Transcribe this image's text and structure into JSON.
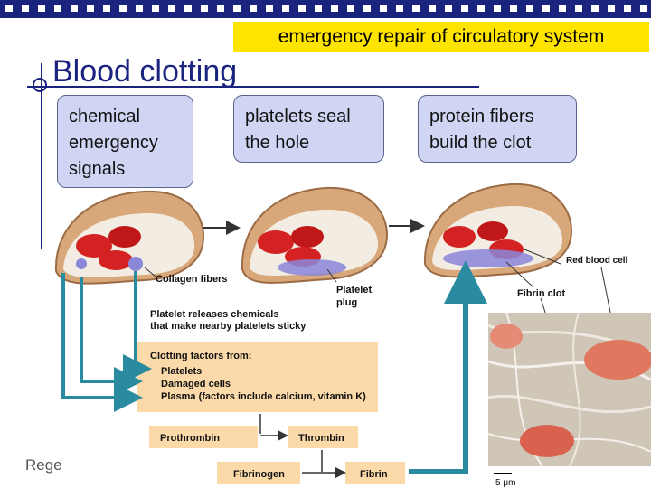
{
  "banner": "emergency repair of circulatory system",
  "title": "Blood clotting",
  "boxes": [
    "chemical emergency signals",
    "platelets seal the hole",
    "protein fibers build the clot"
  ],
  "footer": "Rege",
  "figure": {
    "labels": {
      "collagen": "Collagen fibers",
      "platelet_plug_1": "Platelet",
      "platelet_plug_2": "plug",
      "red_blood_cell": "Red blood cell",
      "fibrin_clot": "Fibrin clot",
      "releases_1": "Platelet releases chemicals",
      "releases_2": "that make nearby platelets sticky",
      "clotting_header": "Clotting factors from:",
      "clotting_1": "Platelets",
      "clotting_2": "Damaged cells",
      "clotting_3": "Plasma (factors include calcium, vitamin K)",
      "prothrombin": "Prothrombin",
      "thrombin": "Thrombin",
      "fibrinogen": "Fibrinogen",
      "fibrin": "Fibrin",
      "scale": "5 μm"
    },
    "colors": {
      "arrow_teal": "#2a8aa0",
      "panel_peach": "#fbd9a8",
      "vessel_tan": "#d9a87a",
      "rbc_red": "#d42222",
      "platelet_purple": "#8a86d8"
    }
  }
}
